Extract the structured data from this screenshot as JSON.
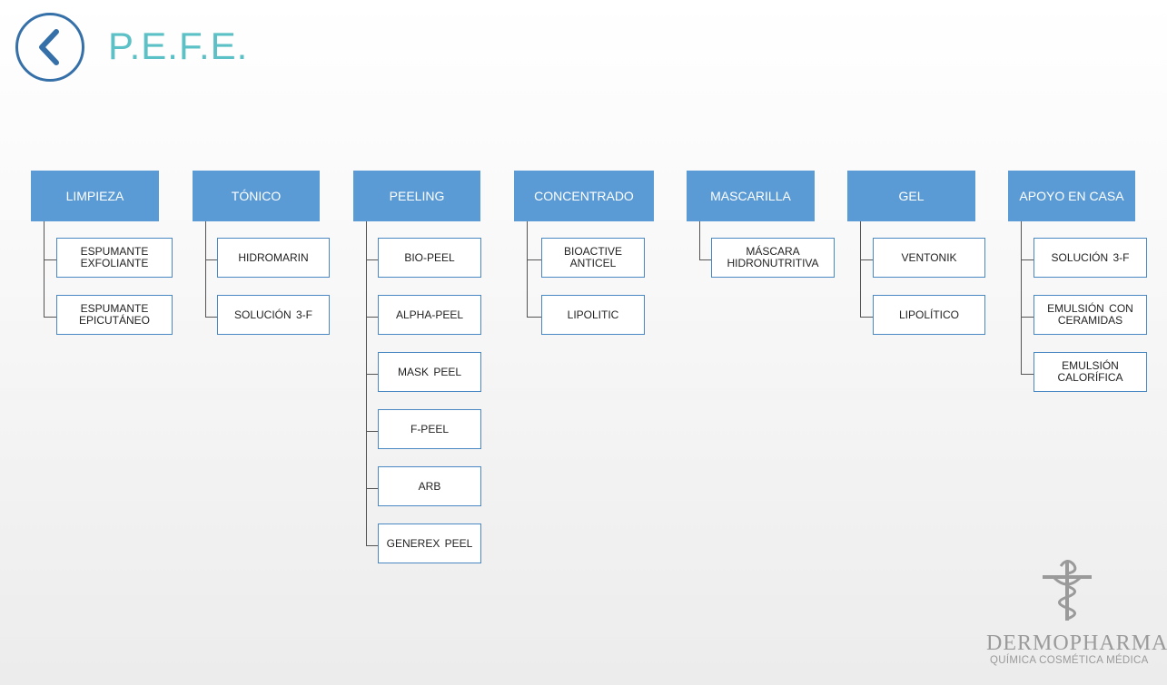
{
  "header": {
    "back_icon": "chevron-left-icon",
    "title": "P.E.F.E."
  },
  "colors": {
    "accent": "#5cc1c6",
    "back": "#3670a8",
    "header_fill": "#5b9bd5",
    "item_border": "#4a88c4"
  },
  "columns": [
    {
      "label": "LIMPIEZA",
      "items": [
        "ESPUMANTE EXFOLIANTE",
        "ESPUMANTE EPICUTÁNEO"
      ]
    },
    {
      "label": "TÓNICO",
      "items": [
        "HIDROMARIN",
        "SOLUCIÓN 3-F"
      ]
    },
    {
      "label": "PEELING",
      "items": [
        "BIO-PEEL",
        "ALPHA-PEEL",
        "MASK PEEL",
        "F-PEEL",
        "ARB",
        "GENEREX PEEL"
      ]
    },
    {
      "label": "CONCENTRADO",
      "items": [
        "BIOACTIVE ANTICEL",
        "LIPOLITIC"
      ]
    },
    {
      "label": "MASCARILLA",
      "items": [
        "MÁSCARA HIDRONUTRITIVA"
      ]
    },
    {
      "label": "GEL",
      "items": [
        "VENTONIK",
        "LIPOLÍTICO"
      ]
    },
    {
      "label": "APOYO EN CASA",
      "items": [
        "SOLUCIÓN 3-F",
        "EMULSIÓN CON CERAMIDAS",
        "EMULSIÓN CALORÍFICA"
      ]
    }
  ],
  "logo": {
    "icon": "caduceus-icon",
    "name": "DERMOPHARMA",
    "registered": "®",
    "tagline": "QUÍMICA COSMÉTICA MÉDICA"
  }
}
